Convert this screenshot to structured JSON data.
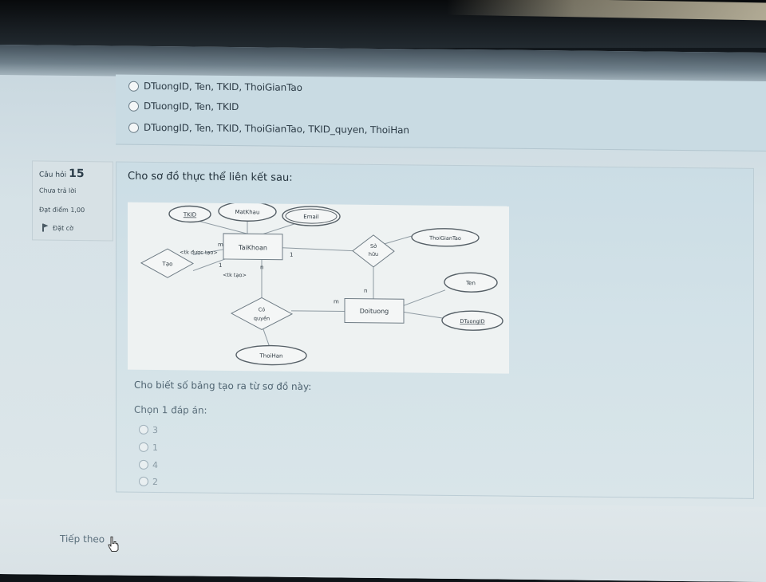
{
  "previous_options": [
    "DTuongID, Ten, TKID, ThoiGianTao",
    "DTuongID, Ten, TKID",
    "DTuongID, Ten, TKID, ThoiGianTao, TKID_quyen, ThoiHan"
  ],
  "question_info": {
    "label": "Câu hỏi",
    "number": "15",
    "status": "Chưa trả lời",
    "score": "Đạt điểm 1,00",
    "flag": "Đặt cờ"
  },
  "question": {
    "title": "Cho sơ đồ thực thể liên kết sau:",
    "subtitle": "Cho biết số bảng tạo ra từ sơ đồ này:",
    "choose_label": "Chọn 1 đáp án:",
    "choices": [
      "3",
      "1",
      "4",
      "2"
    ]
  },
  "erd": {
    "entities": {
      "taikhoan": "TaiKhoan",
      "doituong": "Doituong"
    },
    "attributes": {
      "tkid": "TKID",
      "matkhau": "MatKhau",
      "email": "Email",
      "thoigiantao": "ThoiGianTao",
      "ten": "Ten",
      "dtuongid": "DTuongID",
      "thoihan": "ThoiHan"
    },
    "relationships": {
      "tao": "Tạo",
      "so_huu_1": "Sở",
      "so_huu_2": "hữu",
      "co_quyen_1": "Có",
      "co_quyen_2": "quyền"
    },
    "roles": {
      "tk_duoc_tao": "<tk được tạo>",
      "tk_tao": "<tk tạo>"
    },
    "cardinalities": {
      "m_top": "m",
      "one_left": "1",
      "n_bottom": "n",
      "one_right": "1",
      "n_sohuu": "n",
      "m_coquyen": "m"
    }
  },
  "footer": {
    "next_label": "Tiếp theo"
  },
  "icons": [
    "radio-icon",
    "flag-icon",
    "hand-cursor-icon"
  ]
}
